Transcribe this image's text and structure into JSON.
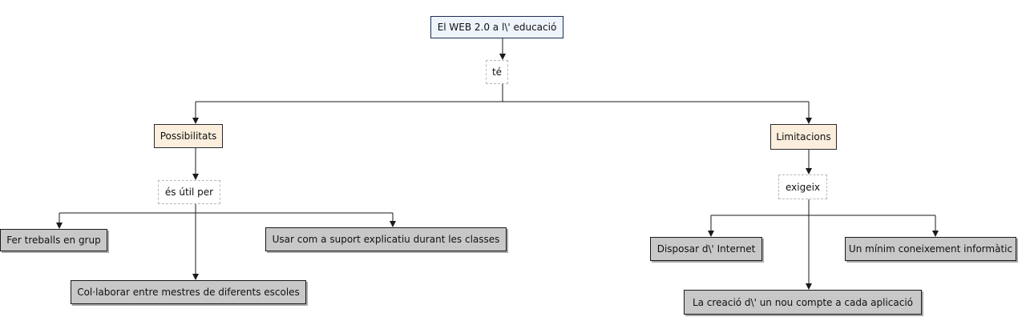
{
  "concept_map": {
    "root": "El WEB 2.0 a l\\' educació",
    "root_linker": "té",
    "possibilitats": {
      "label": "Possibilitats",
      "linker": "és útil per",
      "items": [
        "Fer treballs en grup",
        "Col·laborar entre mestres de diferents escoles",
        "Usar com a suport explicatiu durant les classes"
      ]
    },
    "limitacions": {
      "label": "Limitacions",
      "linker": "exigeix",
      "items": [
        "Disposar d\\' Internet",
        "La creació d\\' un nou compte a cada aplicació",
        "Un mínim coneixement informàtic"
      ]
    }
  },
  "colors": {
    "line": "#1a1a1a",
    "root_fill": "#eef4fc",
    "concept_fill": "#fbeedd",
    "leaf_fill": "#c8c8c8"
  }
}
